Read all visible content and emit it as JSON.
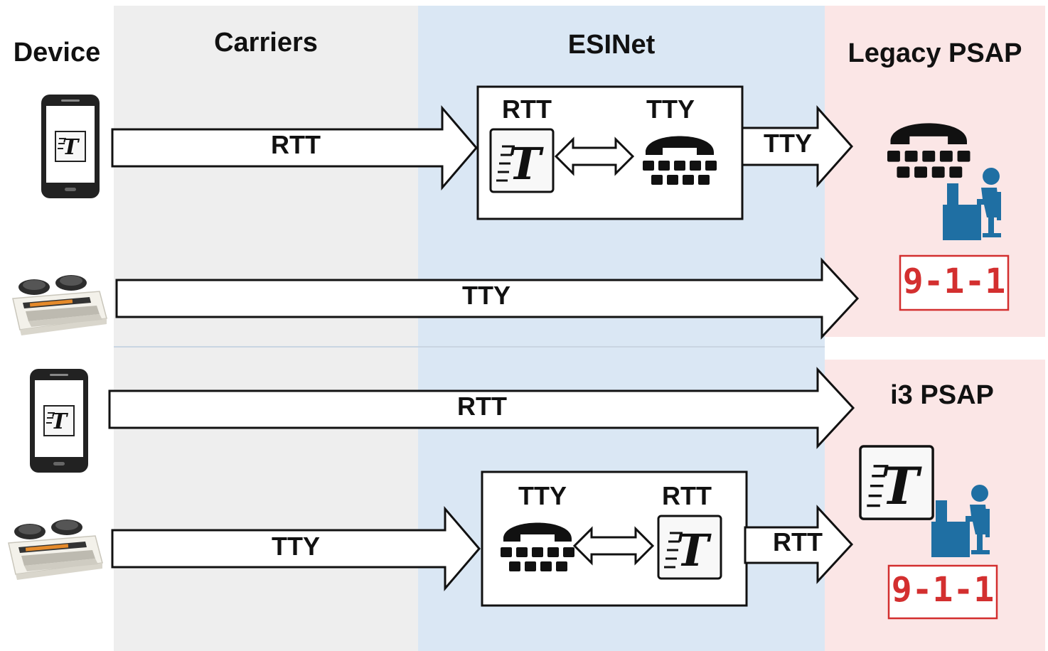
{
  "columns": {
    "device": "Device",
    "carriers": "Carriers",
    "esinet": "ESINet",
    "legacy_psap": "Legacy PSAP",
    "i3_psap": "i3 PSAP"
  },
  "rows": {
    "row1": {
      "arrow_label": "RTT",
      "box_left": "RTT",
      "box_right": "TTY",
      "out_label": "TTY"
    },
    "row2": {
      "arrow_label": "TTY"
    },
    "row3": {
      "arrow_label": "RTT"
    },
    "row4": {
      "arrow_label": "TTY",
      "box_left": "TTY",
      "box_right": "RTT",
      "out_label": "RTT"
    }
  },
  "psap": {
    "legacy_number": "9-1-1",
    "i3_number": "9-1-1"
  },
  "colors": {
    "carriers_bg": "#eeeeee",
    "esinet_bg": "#dae7f4",
    "psap_bg": "#fbe6e6",
    "operator_blue": "#1f6fa3",
    "emergency_red": "#d32f2f"
  },
  "icons": [
    "smartphone-icon",
    "tty-device-icon",
    "rtt-text-icon",
    "tty-phone-icon",
    "operator-icon"
  ]
}
